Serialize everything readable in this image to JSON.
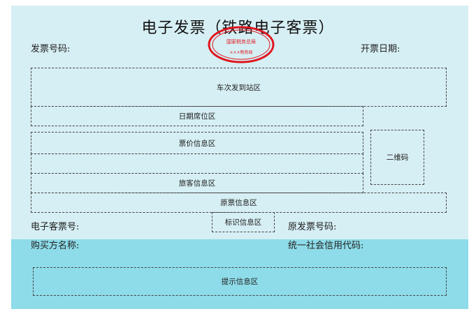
{
  "title": "电子发票（铁路电子客票）",
  "stamp": {
    "inner_text": "国家税务总局",
    "bottom_text": "×××税务局",
    "color": "#e0161e"
  },
  "fields": {
    "invoice_number": "发票号码:",
    "issue_date": "开票日期:",
    "e_ticket_number": "电子客票号:",
    "original_invoice_number": "原发票号码:",
    "buyer_name": "购买方名称:",
    "credit_code": "统一社会信用代码:"
  },
  "zones": {
    "train_stations": "车次发到站区",
    "date_seat": "日期席位区",
    "fare_info": "票价信息区",
    "passenger_info": "旅客信息区",
    "qr_code": "二维码",
    "original_ticket": "原票信息区",
    "identification": "标识信息区",
    "notice": "提示信息区"
  },
  "colors": {
    "top_background": "#d6eff4",
    "bottom_background": "#8edce9"
  }
}
